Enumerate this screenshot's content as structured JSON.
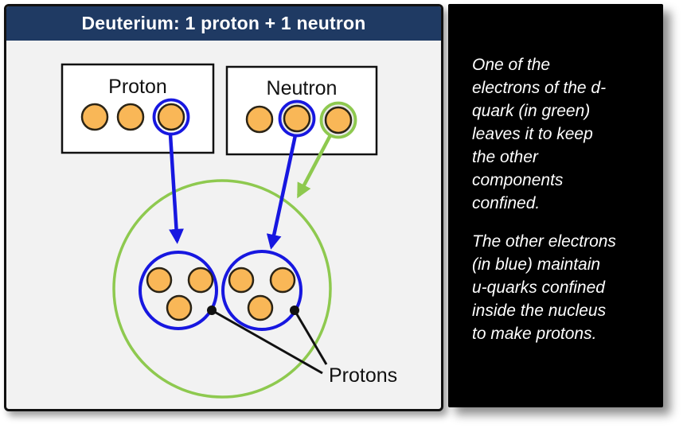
{
  "title_bar": {
    "text": "Deuterium: 1 proton + 1 neutron"
  },
  "diagram": {
    "proton_box": {
      "label": "Proton"
    },
    "neutron_box": {
      "label": "Neutron"
    },
    "nucleus": {
      "protons_label": "Protons"
    }
  },
  "sidebar": {
    "paragraphs": [
      "One of the\nelectrons of the d-\nquark (in green)\nleaves it to keep\nthe other\ncomponents\nconfined.",
      "The other electrons\n(in blue) maintain\nu-quarks confined\ninside the nucleus\nto make protons."
    ]
  },
  "colors": {
    "navy": "#1f3a63",
    "panel_bg": "#f2f2f2",
    "border_dark": "#111111",
    "blue": "#1717e0",
    "green": "#8ec94f",
    "orange": "#f9b757",
    "orange_outline": "#2b2416",
    "ring_fill": "#e8e8e8",
    "sidebar_bg": "#000000",
    "sidebar_text": "#ffffff"
  }
}
